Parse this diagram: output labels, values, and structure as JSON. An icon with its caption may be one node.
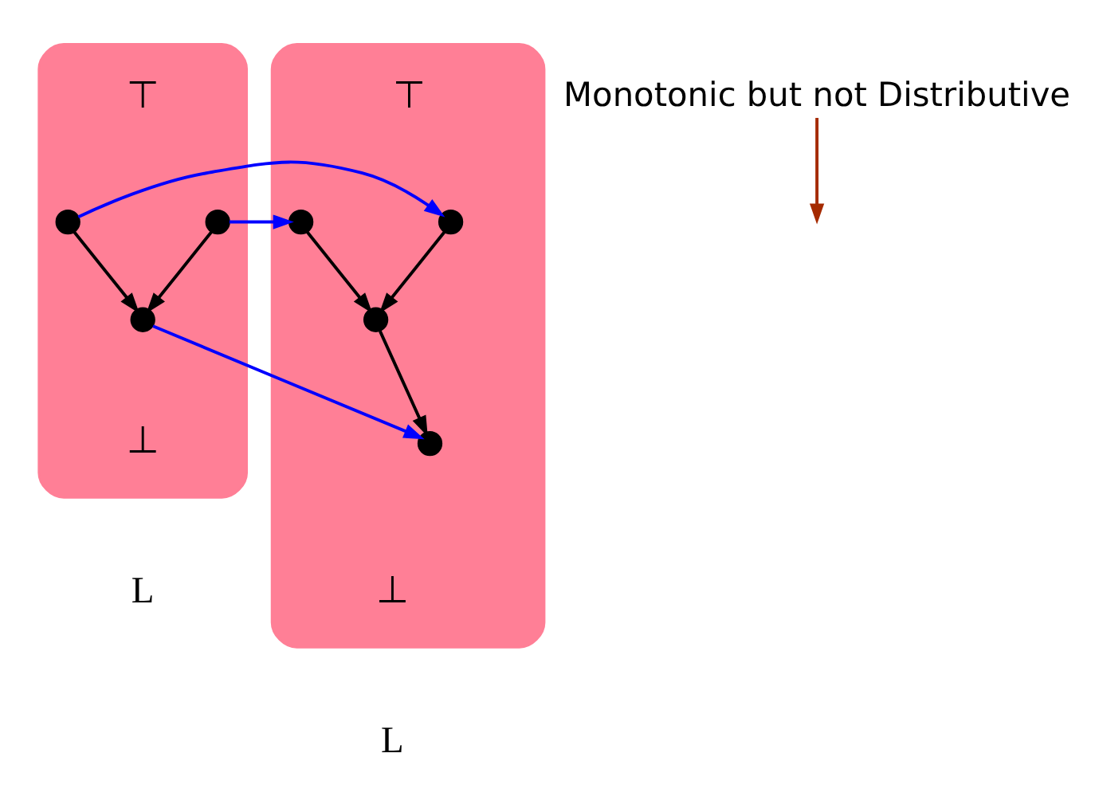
{
  "diagram": {
    "nodes": [
      {
        "text": [
          "⊤",
          "⊥"
        ],
        "beside": [
          "L"
        ]
      },
      {
        "text": [],
        "shape": "circle",
        "in": 0
      },
      {
        "text": [],
        "shape": "circle",
        "in": 0
      },
      {
        "text": [],
        "shape": "circle",
        "in": 0
      },
      {
        "text": [
          "⊤",
          "⊥"
        ],
        "beside": [
          "L"
        ]
      },
      {
        "text": [],
        "shape": "circle",
        "in": 4
      },
      {
        "text": [],
        "shape": "circle",
        "in": 4
      },
      {
        "text": [],
        "shape": "circle",
        "in": 4
      },
      {
        "text": [],
        "shape": "circle",
        "in": 4
      },
      {
        "text": [
          "Monotonic but not Distributive"
        ]
      }
    ],
    "edges": [
      {
        "from": 1,
        "to": 3,
        "arrow": "to"
      },
      {
        "from": 2,
        "to": 3,
        "arrow": "to"
      },
      {
        "from": 5,
        "to": 7,
        "arrow": "to"
      },
      {
        "from": 6,
        "to": 7,
        "arrow": "to"
      },
      {
        "from": 7,
        "to": 8,
        "arrow": "to"
      },
      {
        "from": 1,
        "to": 6,
        "arrow": "to",
        "color": "#0000ff"
      },
      {
        "from": 2,
        "to": 5,
        "arrow": "to",
        "color": "#0000ff"
      },
      {
        "from": 3,
        "to": 8,
        "arrow": "to",
        "color": "#0000ff"
      },
      {
        "from": 9,
        "to": null,
        "arrow": "to",
        "color": "#a52a00"
      }
    ]
  }
}
